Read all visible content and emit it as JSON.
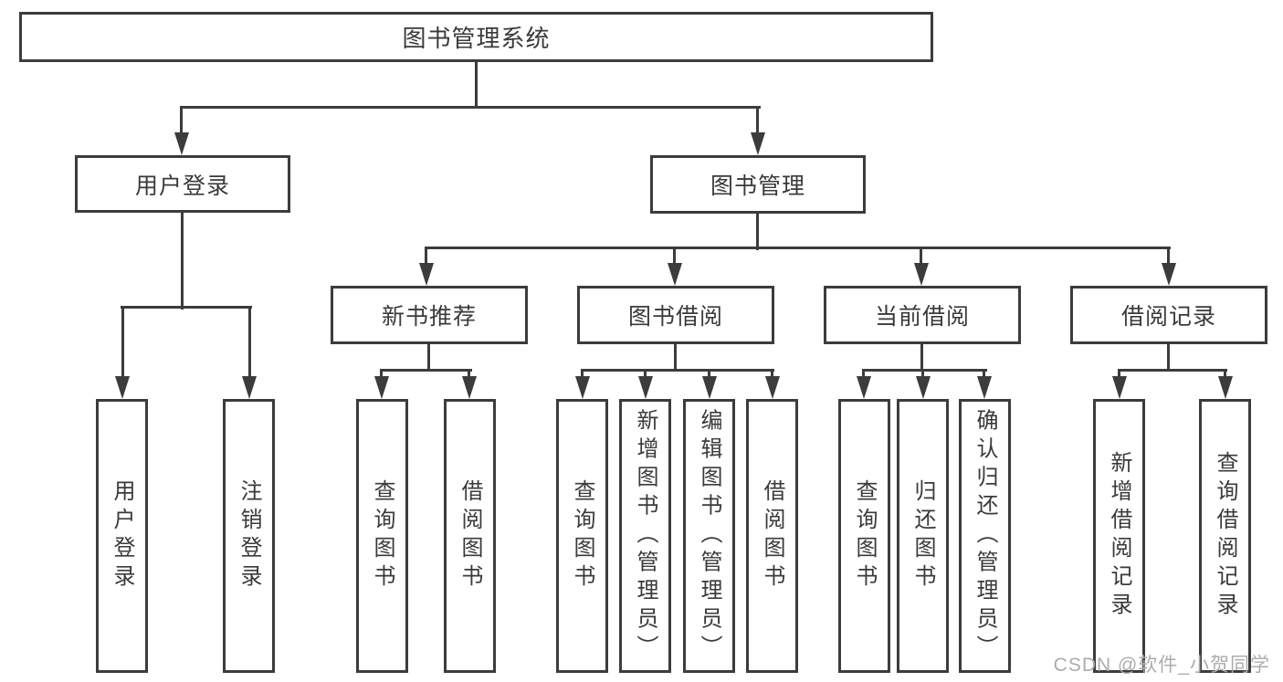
{
  "page": {
    "title": "图书管理系统",
    "watermark": "CSDN @软件_小贺同学"
  },
  "colors": {
    "line": "#3c3c3c",
    "text": "#3a3a3a",
    "box_fill": "#ffffff",
    "background": "#ffffff",
    "watermark": "#acacac"
  },
  "tree": {
    "root": {
      "label": "图书管理系统",
      "children": [
        {
          "label": "用户登录",
          "children": [
            {
              "label": "用户登录"
            },
            {
              "label": "注销登录"
            }
          ]
        },
        {
          "label": "图书管理",
          "children": [
            {
              "label": "新书推荐",
              "children": [
                {
                  "label": "查询图书"
                },
                {
                  "label": "借阅图书"
                }
              ]
            },
            {
              "label": "图书借阅",
              "children": [
                {
                  "label": "查询图书"
                },
                {
                  "label": "新增图书（管理员）"
                },
                {
                  "label": "编辑图书（管理员）"
                },
                {
                  "label": "借阅图书"
                }
              ]
            },
            {
              "label": "当前借阅",
              "children": [
                {
                  "label": "查询图书"
                },
                {
                  "label": "归还图书"
                },
                {
                  "label": "确认归还（管理员）"
                }
              ]
            },
            {
              "label": "借阅记录",
              "children": [
                {
                  "label": "新增借阅记录"
                },
                {
                  "label": "查询借阅记录"
                }
              ]
            }
          ]
        }
      ]
    }
  }
}
